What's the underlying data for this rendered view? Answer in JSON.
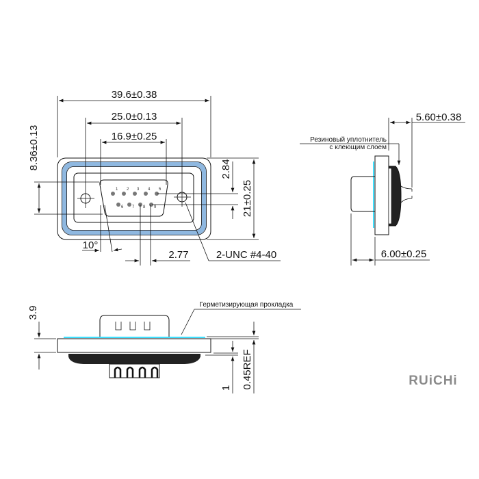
{
  "brand": "RUiCHi",
  "colors": {
    "gasket": "#8fb8e0",
    "seal_edge": "#3ee0ff",
    "line": "#111111"
  },
  "front_view": {
    "overall_width": "39.6±0.38",
    "mount_hole_spacing": "25.0±0.13",
    "shell_width": "16.9±0.25",
    "shell_height": "8.36±0.13",
    "pin_row_offset": "2.84",
    "overall_height": "21±0.25",
    "draft_angle": "10°",
    "pin_pitch": "2.77",
    "thread_note": "2-UNC #4-40",
    "pin_numbers": [
      "1",
      "2",
      "3",
      "4",
      "5",
      "6",
      "7",
      "8",
      "9"
    ]
  },
  "side_view": {
    "seal_label_line1": "Резиновый уплотнитель",
    "seal_label_line2": "с клеющим слоем",
    "rear_depth": "5.60±0.38",
    "front_depth": "6.00±0.25"
  },
  "bottom_view": {
    "gasket_label": "Герметизирующая прокладка",
    "flange_thickness": "3.9",
    "rear_offset": "1",
    "gasket_thickness": "0.45REF"
  }
}
